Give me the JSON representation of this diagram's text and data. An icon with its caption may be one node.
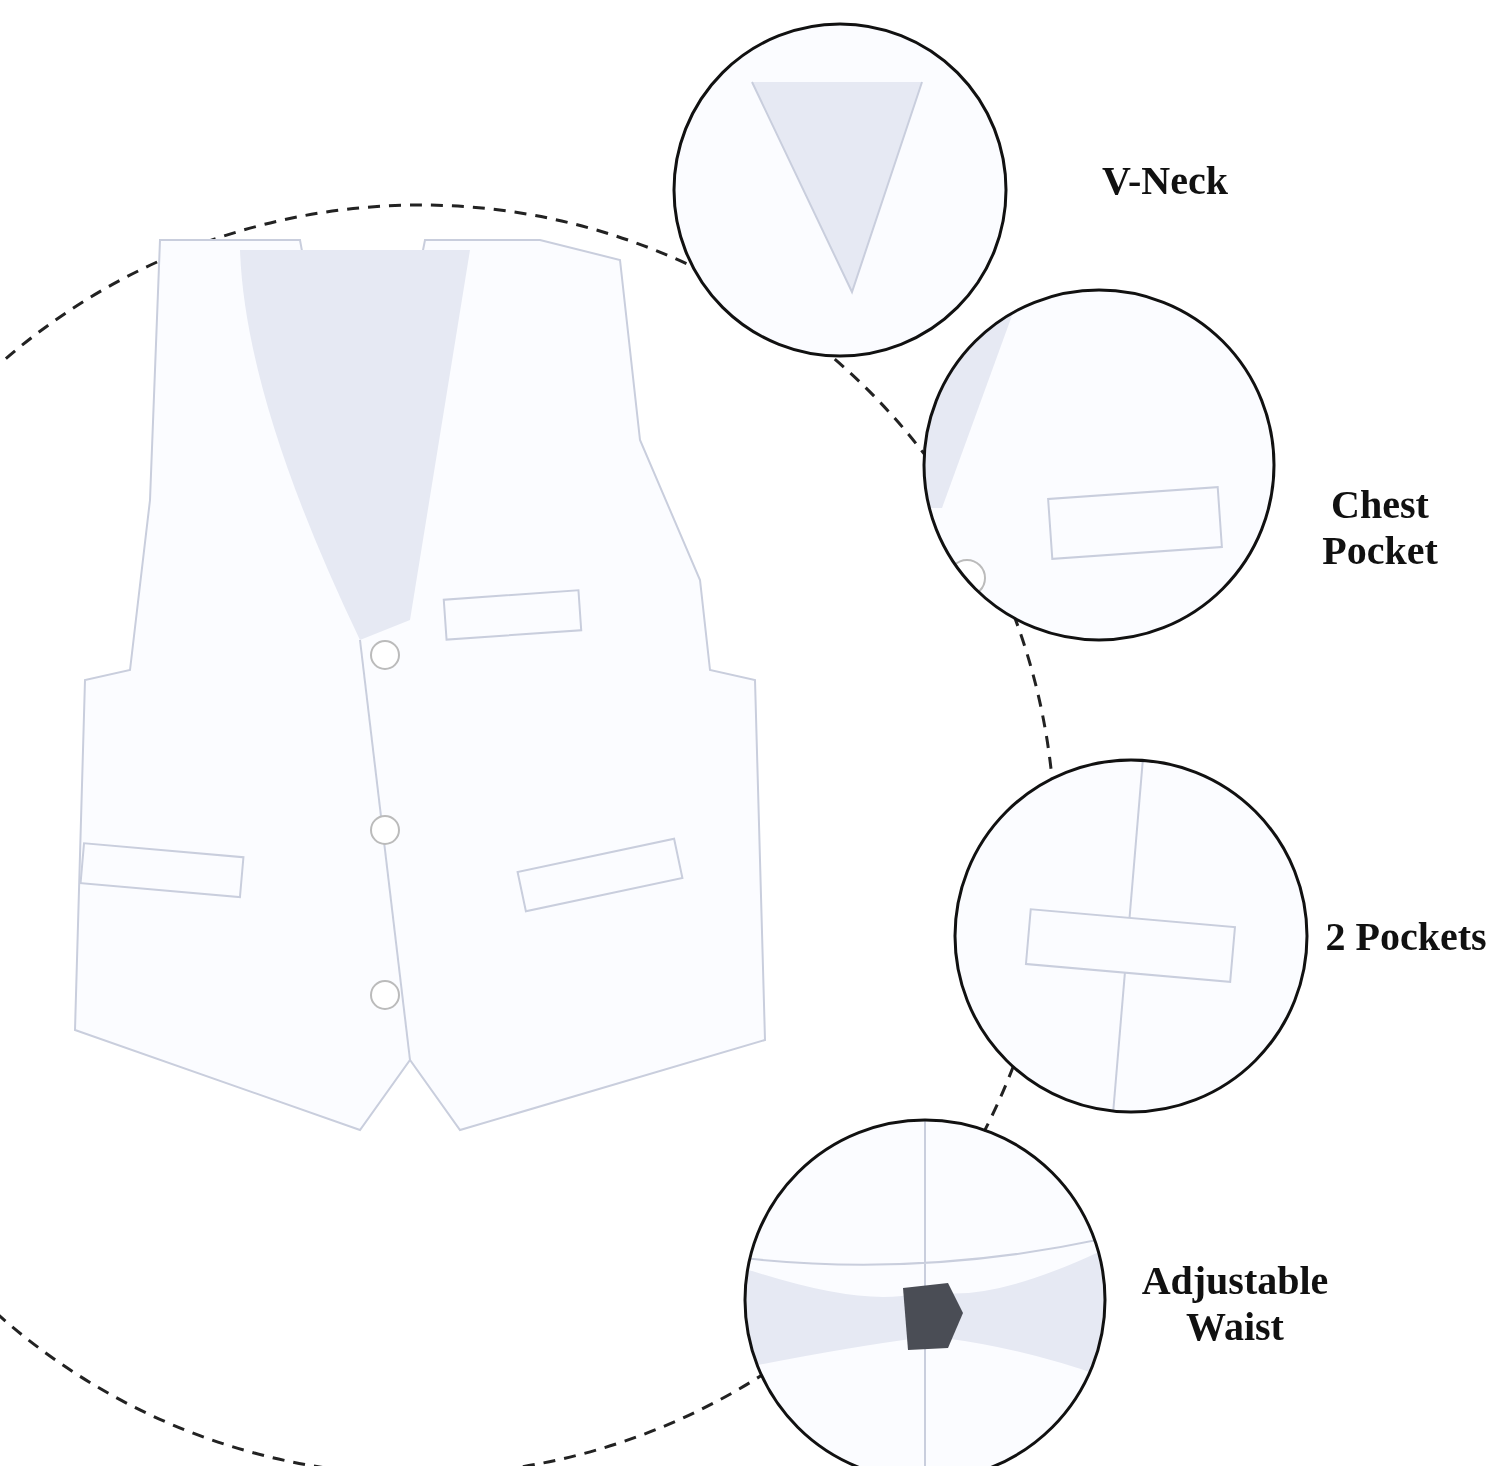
{
  "diagram": {
    "nodes": [
      {
        "text": [],
        "shape": "picture"
      },
      {
        "text": [],
        "shape": "picture",
        "beside": [
          "V-Neck"
        ]
      },
      {
        "text": [],
        "shape": "picture",
        "beside": [
          "Chest Pocket"
        ]
      },
      {
        "text": [],
        "shape": "picture",
        "beside": [
          "2 Pockets"
        ]
      },
      {
        "text": [],
        "shape": "picture",
        "beside": [
          "Adjustable Waist"
        ]
      }
    ],
    "edges": []
  }
}
